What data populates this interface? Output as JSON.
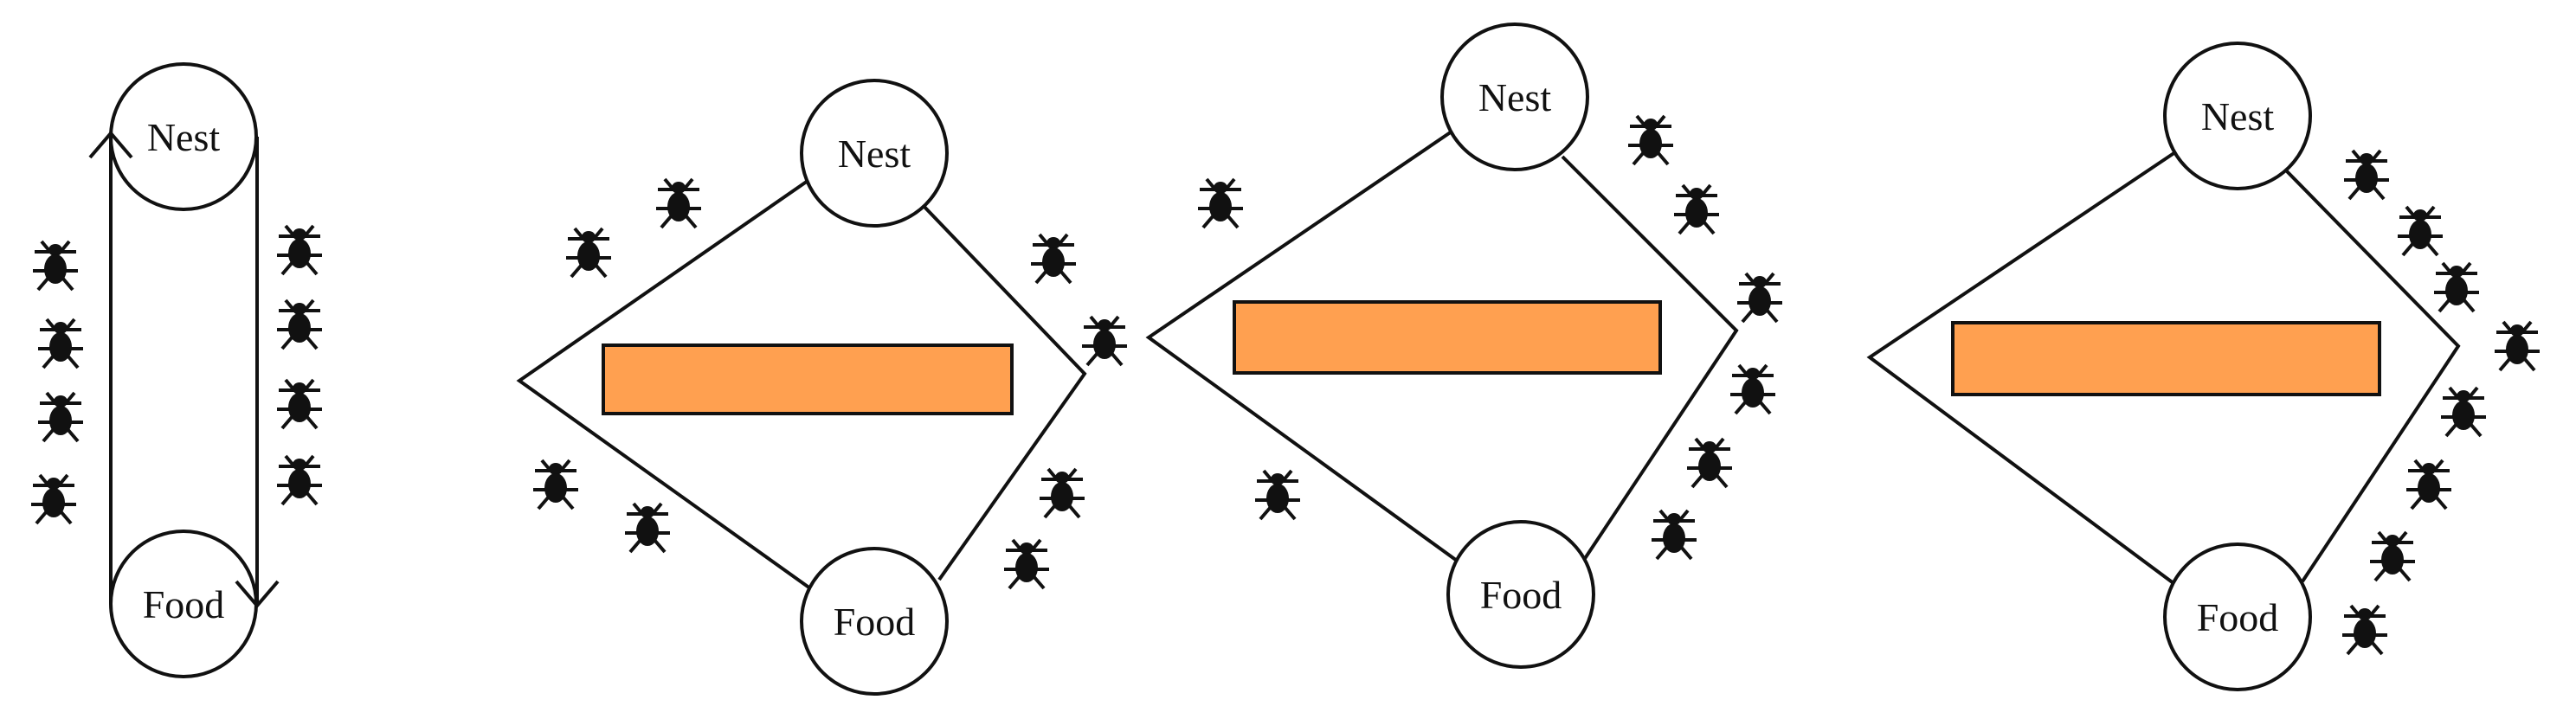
{
  "labels": {
    "nest": "Nest",
    "food": "Food"
  },
  "colors": {
    "obstacle": "#FFA050",
    "stroke": "#111111",
    "ant": "#111111",
    "background": "#ffffff"
  },
  "icons": {
    "ant": "ant-icon",
    "arrow": "arrowhead-icon"
  },
  "panels": [
    {
      "id": "panel-1",
      "topology": "loop",
      "obstacle": false
    },
    {
      "id": "panel-2",
      "topology": "diamond",
      "obstacle": true
    },
    {
      "id": "panel-3",
      "topology": "diamond",
      "obstacle": true
    },
    {
      "id": "panel-4",
      "topology": "diamond",
      "obstacle": true
    }
  ]
}
